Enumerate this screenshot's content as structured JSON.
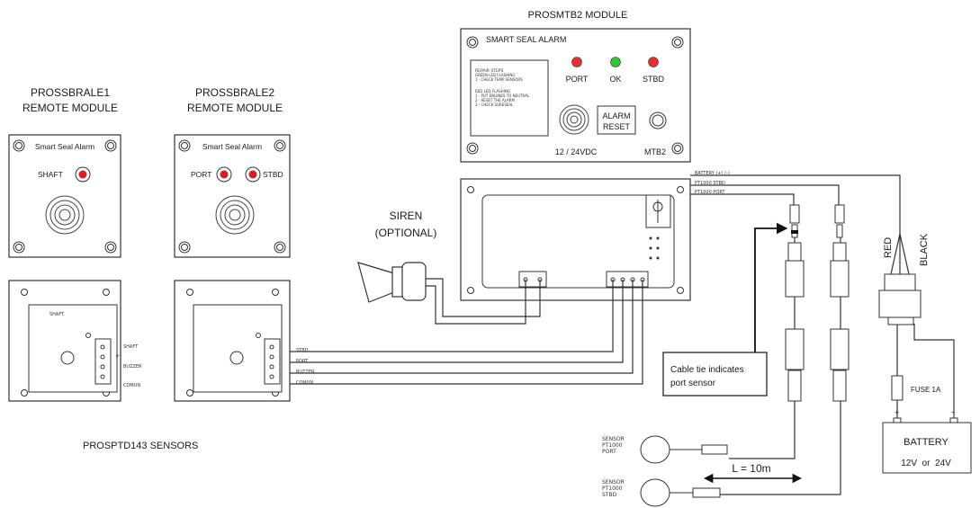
{
  "main_module": {
    "title": "PROSMTB2 MODULE",
    "panel_title": "SMART SEAL ALARM",
    "repair_steps": [
      "REPAIR STEPS",
      "GREEN LED FLASHING",
      "1 - CHECK TEMP SENSORS",
      "",
      "RED LED FLASHING",
      "1 - PUT ENGINES TO NEUTRAL",
      "2 - RESET THE ALARM",
      "3 - CHECK SURESEAL"
    ],
    "led_port_label": "PORT",
    "led_ok_label": "OK",
    "led_stbd_label": "STBD",
    "reset_label_line1": "ALARM",
    "reset_label_line2": "RESET",
    "voltage_label": "12 / 24VDC",
    "model_label": "MTB2",
    "led_colors": {
      "port": "#e53030",
      "ok": "#36c436",
      "stbd": "#e53030"
    }
  },
  "remote1": {
    "title_line1": "PROSSBRALE1",
    "title_line2": "REMOTE MODULE",
    "panel_title": "Smart Seal Alarm",
    "button_label": "SHAFT"
  },
  "remote2": {
    "title_line1": "PROSSBRALE2",
    "title_line2": "REMOTE MODULE",
    "panel_title": "Smart Seal Alarm",
    "port_label": "PORT",
    "stbd_label": "STBD"
  },
  "sensors_caption": "PROSPTD143 SENSORS",
  "board1": {
    "header_label": "SHAFT",
    "pins": [
      "SHAFT",
      "+",
      "BUZZER",
      "COMUN"
    ]
  },
  "board2": {
    "pins": [
      "STBD",
      "PORT",
      "BUZZER",
      "COMUN"
    ]
  },
  "siren": {
    "line1": "SIREN",
    "line2": "(OPTIONAL)"
  },
  "terminal_labels": [
    "BATTERY (+) (-)",
    "PT1000 STBD",
    "PT1000 PORT"
  ],
  "wire_labels": {
    "red": "RED",
    "black": "BLACK"
  },
  "fuse_label": "FUSE 1A",
  "battery": {
    "label": "BATTERY",
    "voltage": "12V  or  24V",
    "plus": "+",
    "minus": "-"
  },
  "cable_tie_note": {
    "line1": "Cable tie indicates",
    "line2": "port sensor"
  },
  "sensor_port": {
    "line1": "SENSOR",
    "line2": "PT1000",
    "line3": "PORT"
  },
  "sensor_stbd": {
    "line1": "SENSOR",
    "line2": "PT1000",
    "line3": "STBD"
  },
  "cable_length": "L = 10m",
  "colors": {
    "stroke": "#333333",
    "panel_fill": "#ffffff",
    "led_red": "#d62020"
  }
}
